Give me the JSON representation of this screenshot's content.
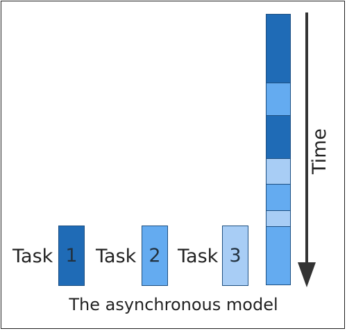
{
  "tasks": [
    {
      "label": "Task",
      "number": "1",
      "color": "#1f6bb6"
    },
    {
      "label": "Task",
      "number": "2",
      "color": "#64abf0"
    },
    {
      "label": "Task",
      "number": "3",
      "color": "#a8cdf5"
    }
  ],
  "time_label": "Time",
  "caption": "The asynchronous model",
  "colors": {
    "task1": "#1f6bb6",
    "task2": "#64abf0",
    "task3": "#a8cdf5",
    "border": "#1c4e80",
    "arrow": "#333333"
  }
}
